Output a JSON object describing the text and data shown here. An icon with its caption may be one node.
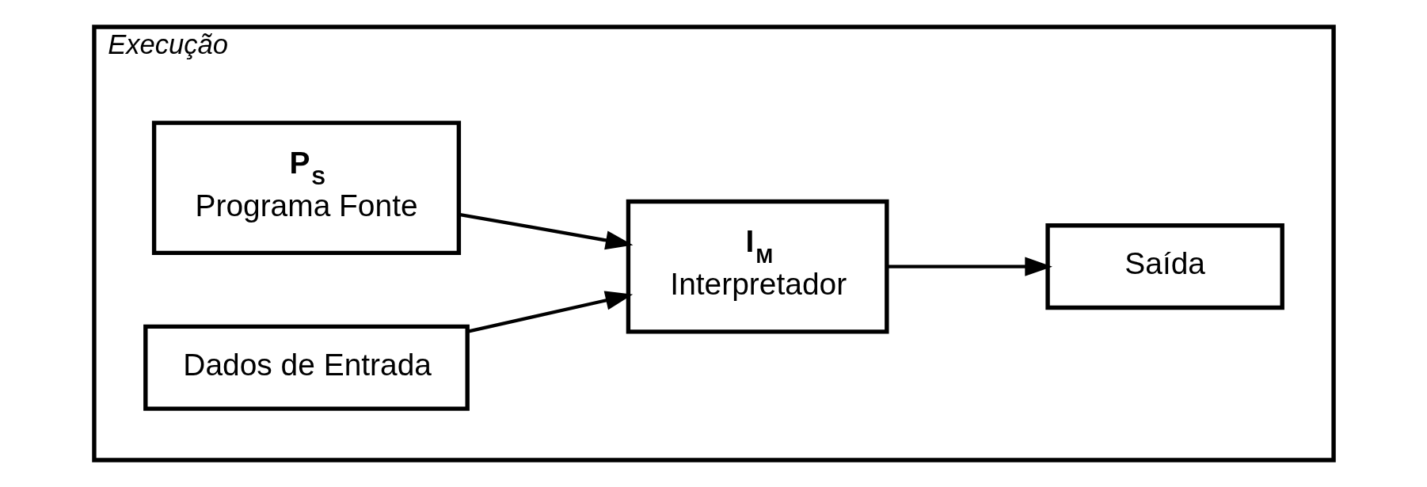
{
  "diagram": {
    "nodes": [
      {
        "text": [
          "Execução"
        ]
      },
      {
        "text": [
          "P$_{S}$",
          "Programa Fonte"
        ],
        "in": 0
      },
      {
        "text": [
          "Dados de Entrada"
        ],
        "in": 0
      },
      {
        "text": [
          "I$_{M}$",
          "Interpretador"
        ],
        "in": 0
      },
      {
        "text": [
          "Saída"
        ],
        "in": 0
      }
    ],
    "edges": [
      {
        "from": 1,
        "to": 3,
        "arrow": "to"
      },
      {
        "from": 2,
        "to": 3,
        "arrow": "to"
      },
      {
        "from": 3,
        "to": 4,
        "arrow": "to"
      }
    ]
  }
}
